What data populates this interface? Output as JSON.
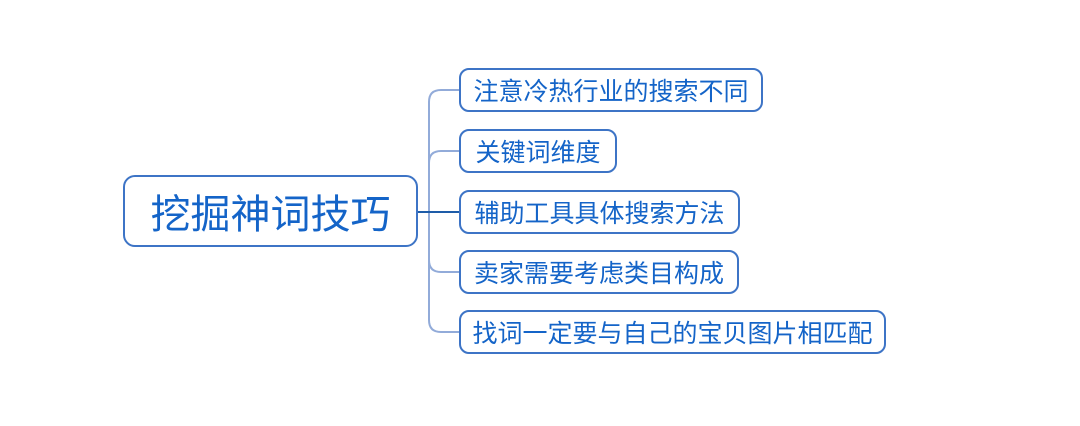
{
  "canvas": {
    "background_color": "#ffffff"
  },
  "colors": {
    "node_border": "#3d74c6",
    "node_text": "#1464c8",
    "branch_line": "#92abd9",
    "main_connector_line": "#1e5ca8"
  },
  "mindmap": {
    "root": {
      "label": "挖掘神词技巧"
    },
    "children": [
      {
        "label": "注意冷热行业的搜索不同"
      },
      {
        "label": "关键词维度"
      },
      {
        "label": "辅助工具具体搜索方法"
      },
      {
        "label": "卖家需要考虑类目构成"
      },
      {
        "label": "找词一定要与自己的宝贝图片相匹配"
      }
    ]
  }
}
